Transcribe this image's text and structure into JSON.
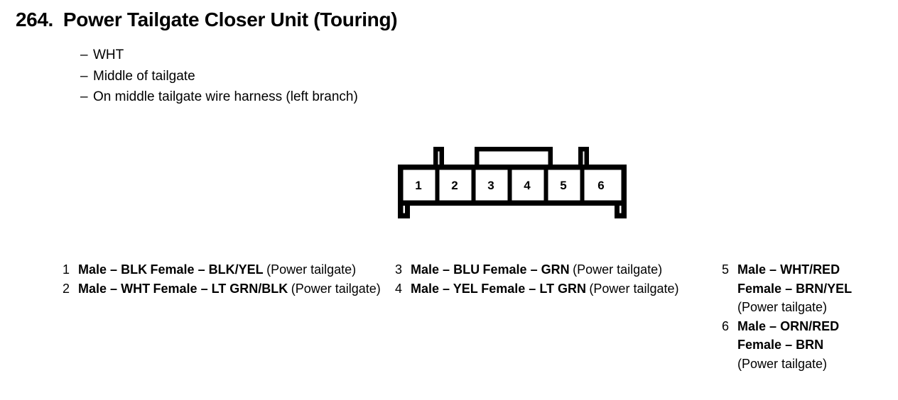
{
  "page": {
    "background_color": "#ffffff",
    "ink_color": "#000000"
  },
  "header": {
    "number": "264.",
    "title": "Power Tailgate Closer Unit (Touring)",
    "notes": [
      {
        "dash": "–",
        "text": "WHT"
      },
      {
        "dash": "–",
        "text": "Middle of tailgate"
      },
      {
        "dash": "–",
        "text": "On middle tailgate wire harness (left branch)"
      }
    ]
  },
  "connector": {
    "name": "6-pin-connector-diagram",
    "cell_count": 6,
    "cell_labels": [
      "1",
      "2",
      "3",
      "4",
      "5",
      "6"
    ],
    "tabs": [
      "narrow-left-tab",
      "wide-center-tab",
      "narrow-right-tab"
    ]
  },
  "pin_list": {
    "columns": [
      {
        "name": "pin-column-left",
        "entries": [
          {
            "index": "1",
            "male_label": "Male",
            "male_dash": "–",
            "male_value": "BLK",
            "female_label": "Female",
            "female_dash": "–",
            "female_value": "BLK/YEL",
            "description": "(Power tailgate)"
          },
          {
            "index": "2",
            "male_label": "Male",
            "male_dash": "–",
            "male_value": "WHT",
            "female_label": "Female",
            "female_dash": "–",
            "female_value": "LT GRN/BLK",
            "description": "(Power tailgate)"
          }
        ]
      },
      {
        "name": "pin-column-center",
        "entries": [
          {
            "index": "3",
            "male_label": "Male",
            "male_dash": "–",
            "male_value": "BLU",
            "female_label": "Female",
            "female_dash": "–",
            "female_value": "GRN",
            "description": "(Power tailgate)"
          },
          {
            "index": "4",
            "male_label": "Male",
            "male_dash": "–",
            "male_value": "YEL",
            "female_label": "Female",
            "female_dash": "–",
            "female_value": "LT GRN",
            "description": "(Power tailgate)"
          }
        ]
      },
      {
        "name": "pin-column-right",
        "entries": [
          {
            "index": "5",
            "male_label": "Male",
            "male_dash": "–",
            "male_value": "WHT/RED",
            "female_label": "Female",
            "female_dash": "–",
            "female_value": "BRN/YEL",
            "description": "(Power tailgate)"
          },
          {
            "index": "6",
            "male_label": "Male",
            "male_dash": "–",
            "male_value": "ORN/RED",
            "female_label": "Female",
            "female_dash": "–",
            "female_value": "BRN",
            "description": "(Power tailgate)"
          }
        ]
      }
    ]
  }
}
